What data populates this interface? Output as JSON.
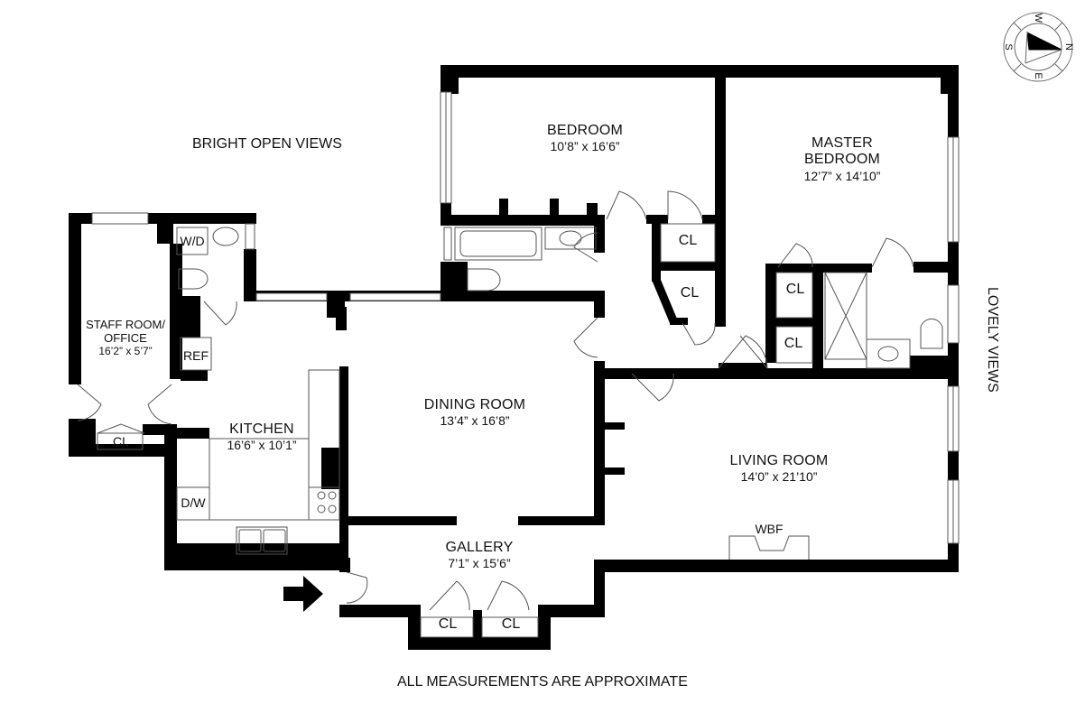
{
  "floorplan": {
    "notes": {
      "top_left": "BRIGHT OPEN VIEWS",
      "right_side": "LOVELY VIEWS",
      "footer": "ALL MEASUREMENTS ARE APPROXIMATE"
    },
    "rooms": {
      "bedroom": {
        "name": "BEDROOM",
        "dimensions": "10’8” x 16’6”"
      },
      "master_bedroom": {
        "name_line1": "MASTER",
        "name_line2": "BEDROOM",
        "dimensions": "12’7” x 14’10”"
      },
      "staff_room": {
        "name_line1": "STAFF ROOM/",
        "name_line2": "OFFICE",
        "dimensions": "16’2” x 5’7”"
      },
      "kitchen": {
        "name": "KITCHEN",
        "dimensions": "16’6” x 10’1”"
      },
      "dining_room": {
        "name": "DINING ROOM",
        "dimensions": "13’4” x 16’8”"
      },
      "living_room": {
        "name": "LIVING ROOM",
        "dimensions": "14’0” x 21’10”"
      },
      "gallery": {
        "name": "GALLERY",
        "dimensions": "7’1” x 15’6”"
      }
    },
    "fixtures": {
      "washer_dryer": "W/D",
      "refrigerator": "REF",
      "dishwasher": "D/W",
      "fireplace": "WBF",
      "closet": "CL"
    },
    "compass": {
      "north": "N",
      "south": "S",
      "east": "E",
      "west": "W"
    },
    "entrance_icon": "arrow-right-icon",
    "colors": {
      "wall": "#000000",
      "line": "#555555",
      "background": "#ffffff"
    }
  }
}
